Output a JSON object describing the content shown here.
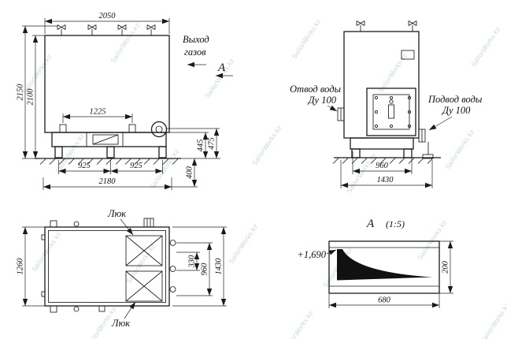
{
  "watermark": {
    "text": "SailorWorks.kz"
  },
  "front_view": {
    "dim_width_top": "2050",
    "dim_height_total": "2150",
    "dim_height_body": "2100",
    "dim_bottom_span": "1225",
    "dim_base_left": "925",
    "dim_base_right": "925",
    "dim_base_total": "2180",
    "dim_frame_height_1": "445",
    "dim_frame_height_2": "475",
    "dim_foundation": "400",
    "gas_outlet_line1": "Выход",
    "gas_outlet_line2": "газов",
    "section_letter": "А"
  },
  "side_view": {
    "water_outlet_line1": "Отвод воды",
    "water_outlet_dn": "Ду 100",
    "water_supply_line1": "Подвод воды",
    "water_supply_dn": "Ду 100",
    "dim_base_inner": "960",
    "dim_depth_total": "1430"
  },
  "top_view": {
    "hatch_label_top": "Люк",
    "hatch_label_bottom": "Люк",
    "dim_width": "1260",
    "dim_offset": "330",
    "dim_inner": "960",
    "dim_depth": "1430"
  },
  "section_a": {
    "title_letter": "А",
    "title_scale": "(1:5)",
    "elevation": "+1,690",
    "dim_height": "200",
    "dim_length": "680"
  }
}
